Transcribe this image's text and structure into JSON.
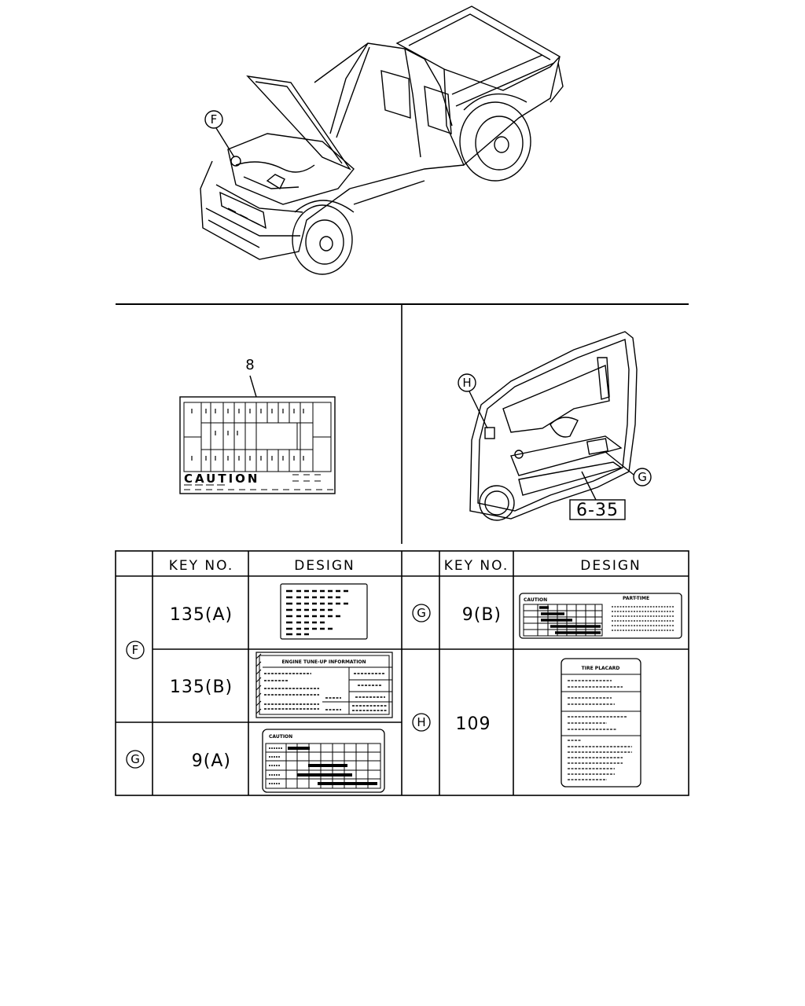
{
  "callouts": {
    "F": "F",
    "G": "G",
    "H": "H"
  },
  "middle": {
    "part_number": "8",
    "caution_text": "CAUTION",
    "ref_box": "6-35"
  },
  "table": {
    "headers": {
      "key_no_left": "KEY NO.",
      "design_left": "DESIGN",
      "key_no_right": "KEY NO.",
      "design_right": "DESIGN"
    },
    "left_rows": [
      {
        "group": "F",
        "key_no": "135(A)"
      },
      {
        "group": "F",
        "key_no": "135(B)",
        "label_title": "ENGINE TUNE-UP INFORMATION"
      },
      {
        "group": "G",
        "key_no": "9(A)",
        "label_title": "CAUTION"
      }
    ],
    "right_rows": [
      {
        "group": "G",
        "key_no": "9(B)",
        "label_title": "CAUTION",
        "label_subtitle": "PART-TIME"
      },
      {
        "group": "H",
        "key_no": "109",
        "label_title": "TIRE PLACARD"
      }
    ]
  }
}
